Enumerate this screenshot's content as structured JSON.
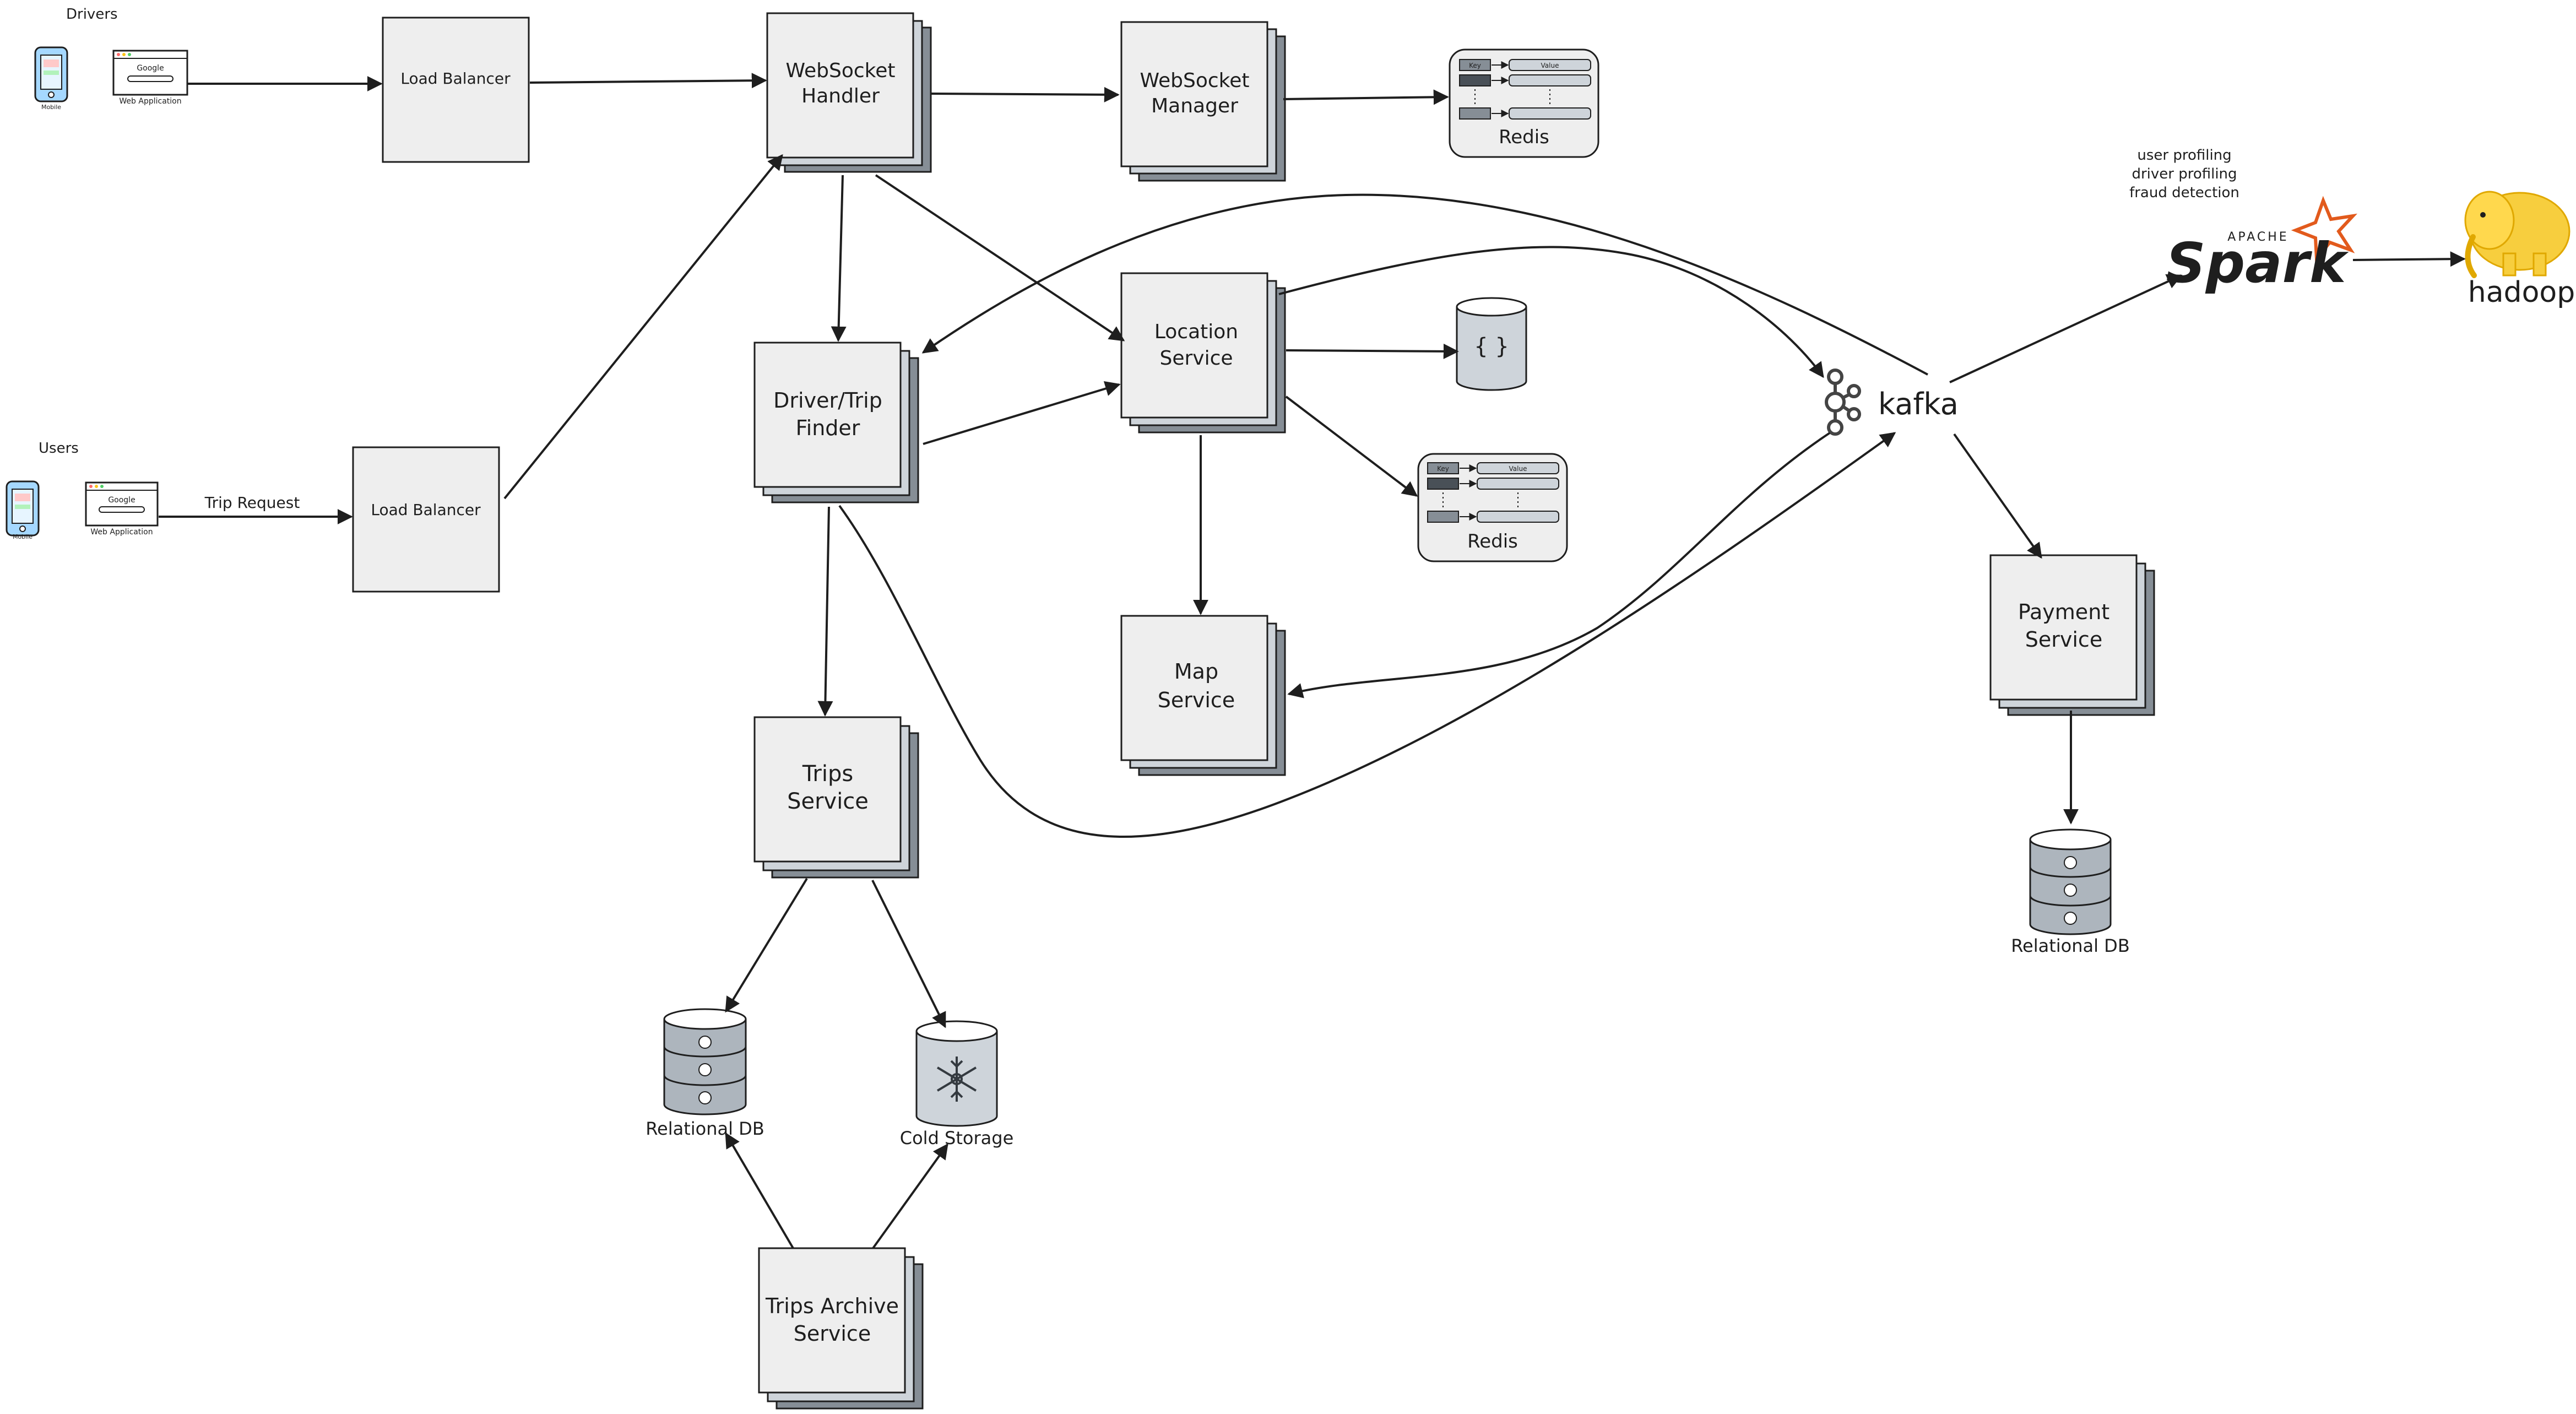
{
  "groups": {
    "drivers": "Drivers",
    "users": "Users"
  },
  "client_labels": {
    "mobile": "Mobile",
    "web": "Web Application",
    "browser_logo": "Google"
  },
  "nodes": {
    "lb_drivers": "Load Balancer",
    "lb_users": "Load Balancer",
    "ws_handler": [
      "WebSocket",
      "Handler"
    ],
    "ws_manager": [
      "WebSocket",
      "Manager"
    ],
    "driver_trip_finder": [
      "Driver/Trip",
      "Finder"
    ],
    "location_service": [
      "Location",
      "Service"
    ],
    "map_service": [
      "Map",
      "Service"
    ],
    "trips_service": [
      "Trips",
      "Service"
    ],
    "trips_archive_service": [
      "Trips Archive",
      "Service"
    ],
    "payment_service": [
      "Payment",
      "Service"
    ]
  },
  "stores": {
    "redis_1": "Redis",
    "redis_2": "Redis",
    "redis_key": "Key",
    "redis_value": "Value",
    "doc_store_glyph": "{ }",
    "relational_db_trips": "Relational DB",
    "cold_storage": "Cold Storage",
    "relational_db_payment": "Relational DB"
  },
  "edge_labels": {
    "trip_request": "Trip Request"
  },
  "analytics": {
    "kafka": "kafka",
    "spark_apache": "APACHE",
    "spark": "Spark",
    "hadoop": "hadoop",
    "spark_notes": [
      "user profiling",
      "driver profiling",
      "fraud detection"
    ]
  },
  "colors": {
    "box": "#eeeeee",
    "stack1": "#ced4da",
    "stack2": "#868e96",
    "stroke": "#1e1e1e",
    "spark_orange": "#e25a1c",
    "spark_grey": "#3c3a3e",
    "hadoop_yellow": "#f7ce3e",
    "hadoop_text": "#475357",
    "kafka": "#231f20"
  }
}
